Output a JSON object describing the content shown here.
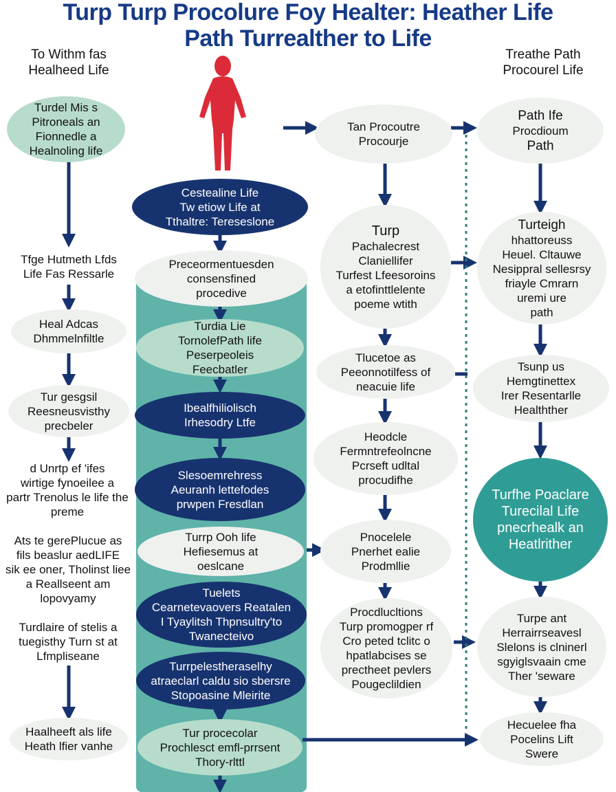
{
  "title": {
    "line1": "Turp Turp Procolure Foy Healter: Heather Life",
    "line2": "Path Turrealther to Life"
  },
  "left_column": {
    "heading": [
      "To Withm fas",
      "Healheed Life"
    ],
    "nodes": [
      [
        "Turdel Mis s",
        "Pitroneals an",
        "Fionnedle a",
        "Healnoling life"
      ],
      [
        "Tfge Hutmeth Lfds",
        "Life Fas Ressarle"
      ],
      [
        "Heal Adcas",
        "Dhmmelnfiltle"
      ],
      [
        "Tur gesgsil",
        "Reesneusvisthy",
        "precbeler"
      ],
      [
        "d Unrtp ef 'ifes",
        "wirtige fynoeilee a",
        "partr Trenolus le life the",
        "preme"
      ],
      [
        "Ats te gerePlucue as",
        "fils beaslur aedLIFE",
        "sik ee oner, Tholinst liee",
        "a Reallseent am",
        "lopovyamy"
      ],
      [
        "Turdlaire of stelis a",
        "tuegisthy Turn st at",
        "Lfmpliseane"
      ],
      [
        "Haalheeft als life",
        "Heath lfier vanhe"
      ]
    ]
  },
  "center_column": {
    "nodes": [
      [
        "Cestealine Life",
        "Tw etiow Life at",
        "Tthaltre: Tereseslone"
      ],
      [
        "Preceormentuesden",
        "consensfined",
        "procedive"
      ],
      [
        "Turdia Lie",
        "TornolefPath life",
        "Peserpeoleis",
        "Feecbatler"
      ],
      [
        "Ibealfhiliolisch",
        "Irhesodry Ltfe"
      ],
      [
        "Slesoemrehress",
        "Aeuranh lettefodes",
        "prwpen Fresdlan"
      ],
      [
        "Turrp Ooh life",
        "Hefiesemus at",
        "oeslcane"
      ],
      [
        "Tuelets",
        "Cearnetevaovers Reatalen",
        "I Tyaylitsh Thpnsultry'to",
        "Twanecteivo"
      ],
      [
        "Turrpelestheraselhy",
        "atraeclarl caldu sio sbersre",
        "Stopoasine Mleirite"
      ],
      [
        "Tur procecolar",
        "Prochlesct emfl-prrsent",
        "Thory-rlttl"
      ]
    ]
  },
  "right_inner_column": {
    "nodes": [
      [
        "Tan Procoutre",
        "Procourje"
      ],
      [
        "Turp",
        "Pachalecrest",
        "Claniellifer",
        "Turfest Lfeesoroins",
        "a etofinttlelente",
        "poeme wtith"
      ],
      [
        "Tlucetoe as",
        "Peeonnotilfess of",
        "neacuie life"
      ],
      [
        "Heodcle",
        "Fermntrefeolncne",
        "Pcrseft udltal",
        "procudifhe"
      ],
      [
        "Pnocelele",
        "Pnerhet ealie",
        "Prodmllie"
      ],
      [
        "Procdlucltions",
        "Turp promogper rf",
        "Cro peted tclitc o",
        "hpatlabcises se",
        "prectheet pevlers",
        "Pougeclildien"
      ]
    ]
  },
  "right_outer_column": {
    "heading": [
      "Treathe Path",
      "Procourel Life"
    ],
    "nodes": [
      [
        "Path Ife",
        "Procdioum",
        "Path"
      ],
      [
        "Turteigh",
        "hhattoreuss",
        "Heuel. Cltauwe",
        "Nesippral sellesrsy",
        "friayle Cmrarn",
        "uremi ure",
        "path"
      ],
      [
        "Tsunp us",
        "Hemgtinettex",
        "Irer Resentarlle",
        "Healthther"
      ],
      [
        "Turfhe Poaclare",
        "Turecilal Life",
        "pnecrhealk an",
        "Heatlrither"
      ],
      [
        "Turpe ant",
        "Herrairrseavesl",
        "Slelons is clninerl",
        "sgyiglsvaain cme",
        "Ther 'seware"
      ],
      [
        "Hecuelee fha",
        "Pocelins Lift",
        "Swere"
      ]
    ]
  },
  "colors": {
    "navy": "#17336f",
    "teal": "#2f9d95",
    "mint": "#b7dccb",
    "light": "#eef1ee",
    "title": "#163a86",
    "figure": "#dc2b38"
  },
  "icons": [
    "person-figure-icon",
    "arrow-down-icon",
    "arrow-right-icon",
    "dotted-connector"
  ]
}
